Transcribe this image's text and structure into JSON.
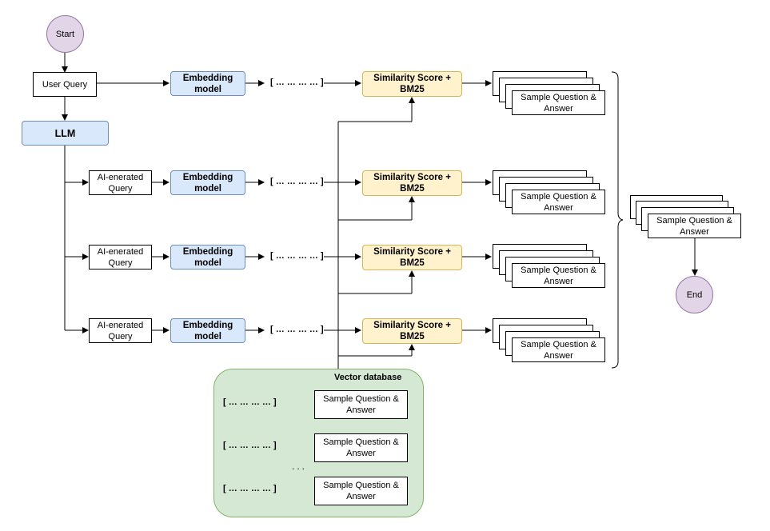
{
  "nodes": {
    "start": "Start",
    "end": "End",
    "user_query": "User Query",
    "llm": "LLM",
    "ai_queries": [
      "AI-enerated Query",
      "AI-enerated Query",
      "AI-enerated Query"
    ],
    "embedding_model": "Embedding model",
    "vector_placeholder": "[ … … … … ]",
    "similarity": "Similarity Score + BM25",
    "sample_qa": "Sample Question & Answer"
  },
  "vector_database": {
    "title": "Vector database",
    "rows": [
      {
        "vector": "[ … … … … ]",
        "qa": "Sample Question & Answer"
      },
      {
        "vector": "[ … … … … ]",
        "qa": "Sample Question & Answer"
      },
      {
        "vector": "[ … … … … ]",
        "qa": "Sample Question & Answer"
      }
    ],
    "ellipsis": "..."
  },
  "colors": {
    "embedding_fill": "#dae8fc",
    "embedding_stroke": "#6c8ebf",
    "similarity_fill": "#fff2cc",
    "similarity_stroke": "#d6b656",
    "terminal_fill": "#e1d5e7",
    "terminal_stroke": "#9673a6",
    "database_fill": "#d5e8d4",
    "database_stroke": "#82b366"
  }
}
